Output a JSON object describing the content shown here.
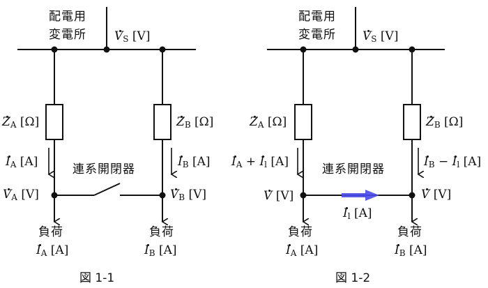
{
  "figures": [
    {
      "id": "fig-1-1",
      "caption": "図 1-1",
      "substation_label": [
        "配電用",
        "変電所"
      ],
      "source_voltage": {
        "symbol": "V",
        "sub": "S",
        "unit": "[V]"
      },
      "impedance_a": {
        "symbol": "Z",
        "sub": "A",
        "unit": "[Ω]"
      },
      "impedance_b": {
        "symbol": "Z",
        "sub": "B",
        "unit": "[Ω]"
      },
      "branch_current_a": {
        "symbol": "I",
        "sub": "A",
        "unit": "[A]"
      },
      "branch_current_b": {
        "symbol": "I",
        "sub": "B",
        "unit": "[A]"
      },
      "switch_label": "連系開閉器",
      "switch_state": "open",
      "node_voltage_a": {
        "symbol": "V",
        "sub": "A",
        "unit": "[V]"
      },
      "node_voltage_b": {
        "symbol": "V",
        "sub": "B",
        "unit": "[V]"
      },
      "load_label": "負荷",
      "load_current_a": {
        "symbol": "I",
        "sub": "A",
        "unit": "[A]"
      },
      "load_current_b": {
        "symbol": "I",
        "sub": "B",
        "unit": "[A]"
      }
    },
    {
      "id": "fig-1-2",
      "caption": "図 1-2",
      "substation_label": [
        "配電用",
        "変電所"
      ],
      "source_voltage": {
        "symbol": "V",
        "sub": "S",
        "unit": "[V]"
      },
      "impedance_a": {
        "symbol": "Z",
        "sub": "A",
        "unit": "[Ω]"
      },
      "impedance_b": {
        "symbol": "Z",
        "sub": "B",
        "unit": "[Ω]"
      },
      "branch_current_a": {
        "symbol": "I",
        "sub": "A",
        "op": "+",
        "symbol2": "I",
        "sub2": "l",
        "unit": "[A]"
      },
      "branch_current_b": {
        "symbol": "I",
        "sub": "B",
        "op": "−",
        "symbol2": "I",
        "sub2": "l",
        "unit": "[A]"
      },
      "switch_label": "連系開閉器",
      "switch_state": "closed",
      "node_voltage_a": {
        "symbol": "V",
        "unit": "[V]"
      },
      "node_voltage_b": {
        "symbol": "V",
        "unit": "[V]"
      },
      "tie_current": {
        "symbol": "I",
        "sub": "l",
        "unit": "[A]"
      },
      "load_label": "負荷",
      "load_current_a": {
        "symbol": "I",
        "sub": "A",
        "unit": "[A]"
      },
      "load_current_b": {
        "symbol": "I",
        "sub": "B",
        "unit": "[A]"
      }
    }
  ],
  "colors": {
    "line": "#111111",
    "tie_current_arrow": "#4a4ae8"
  }
}
